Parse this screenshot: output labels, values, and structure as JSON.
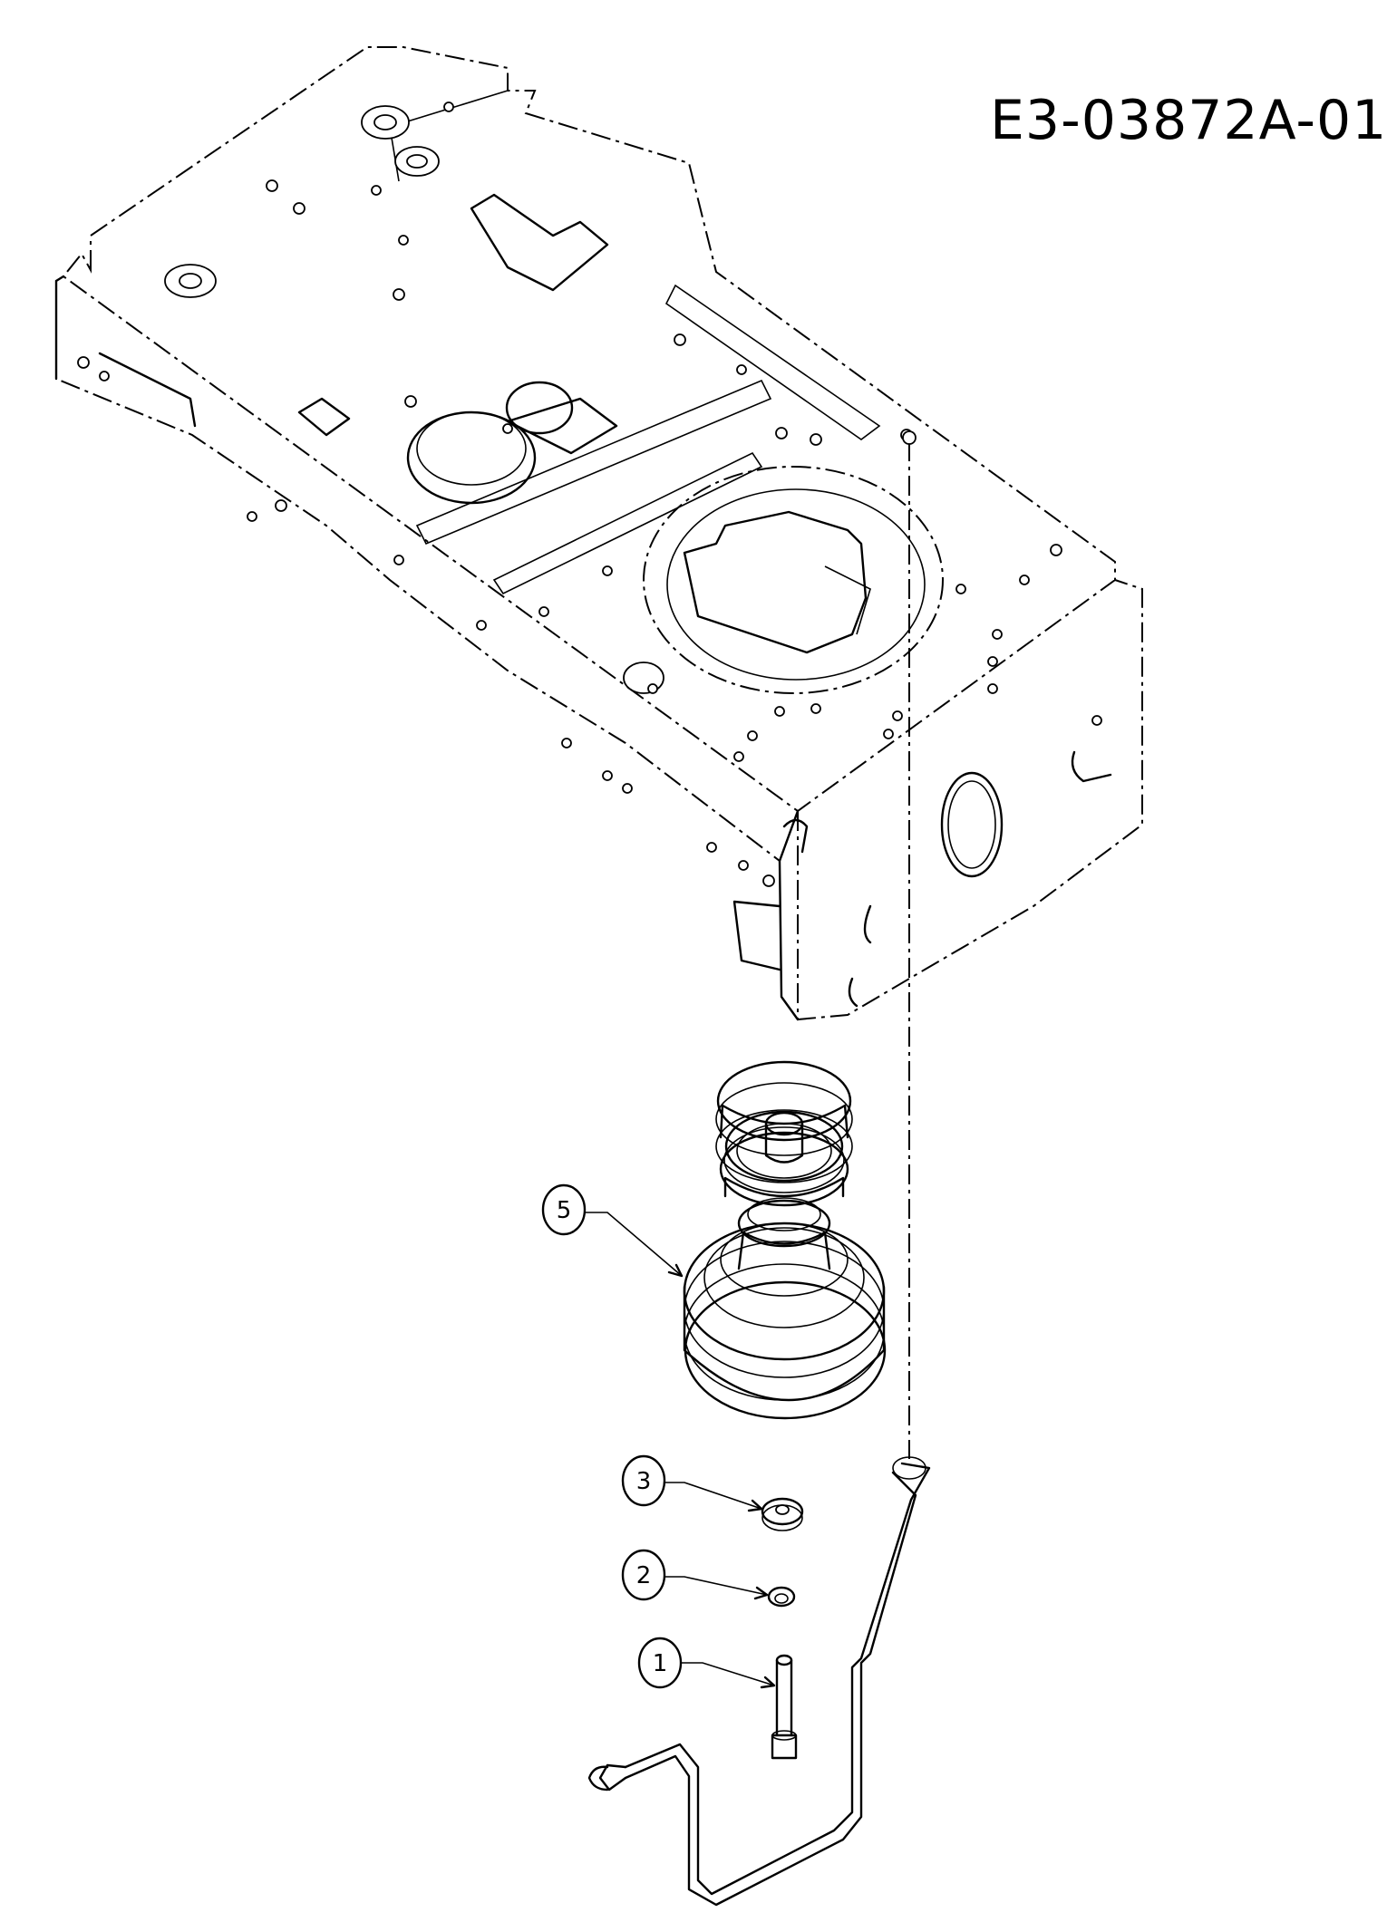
{
  "diagram": {
    "code": "E3-03872A-01",
    "callouts": [
      {
        "label": "5",
        "part": "pulley"
      },
      {
        "label": "3",
        "part": "washer"
      },
      {
        "label": "2",
        "part": "lock-washer"
      },
      {
        "label": "1",
        "part": "bolt"
      }
    ]
  }
}
